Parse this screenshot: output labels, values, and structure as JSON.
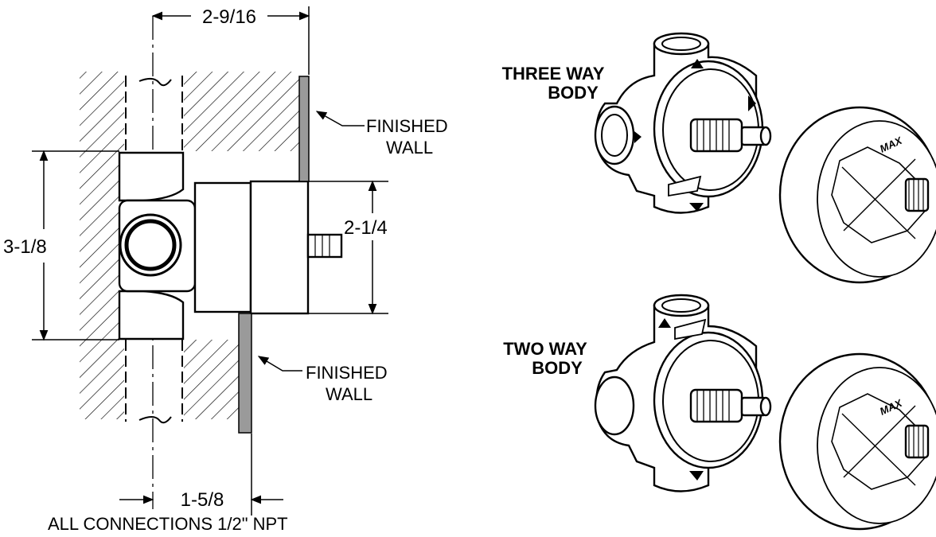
{
  "diagram": {
    "dimensions": {
      "top_width": "2-9/16",
      "left_height": "3-1/8",
      "right_height": "2-1/4",
      "bottom_width": "1-5/8"
    },
    "labels": {
      "finished_wall_upper": [
        "FINISHED",
        "WALL"
      ],
      "finished_wall_lower": [
        "FINISHED",
        "WALL"
      ],
      "three_way_body": [
        "THREE WAY",
        "BODY"
      ],
      "two_way_body": [
        "TWO WAY",
        "BODY"
      ],
      "max_upper": "MAX",
      "max_lower": "MAX"
    },
    "footnote": "ALL CONNECTIONS 1/2\" NPT"
  },
  "colors": {
    "line": "#000000",
    "wall": "#9a9a9a",
    "background": "#ffffff"
  }
}
